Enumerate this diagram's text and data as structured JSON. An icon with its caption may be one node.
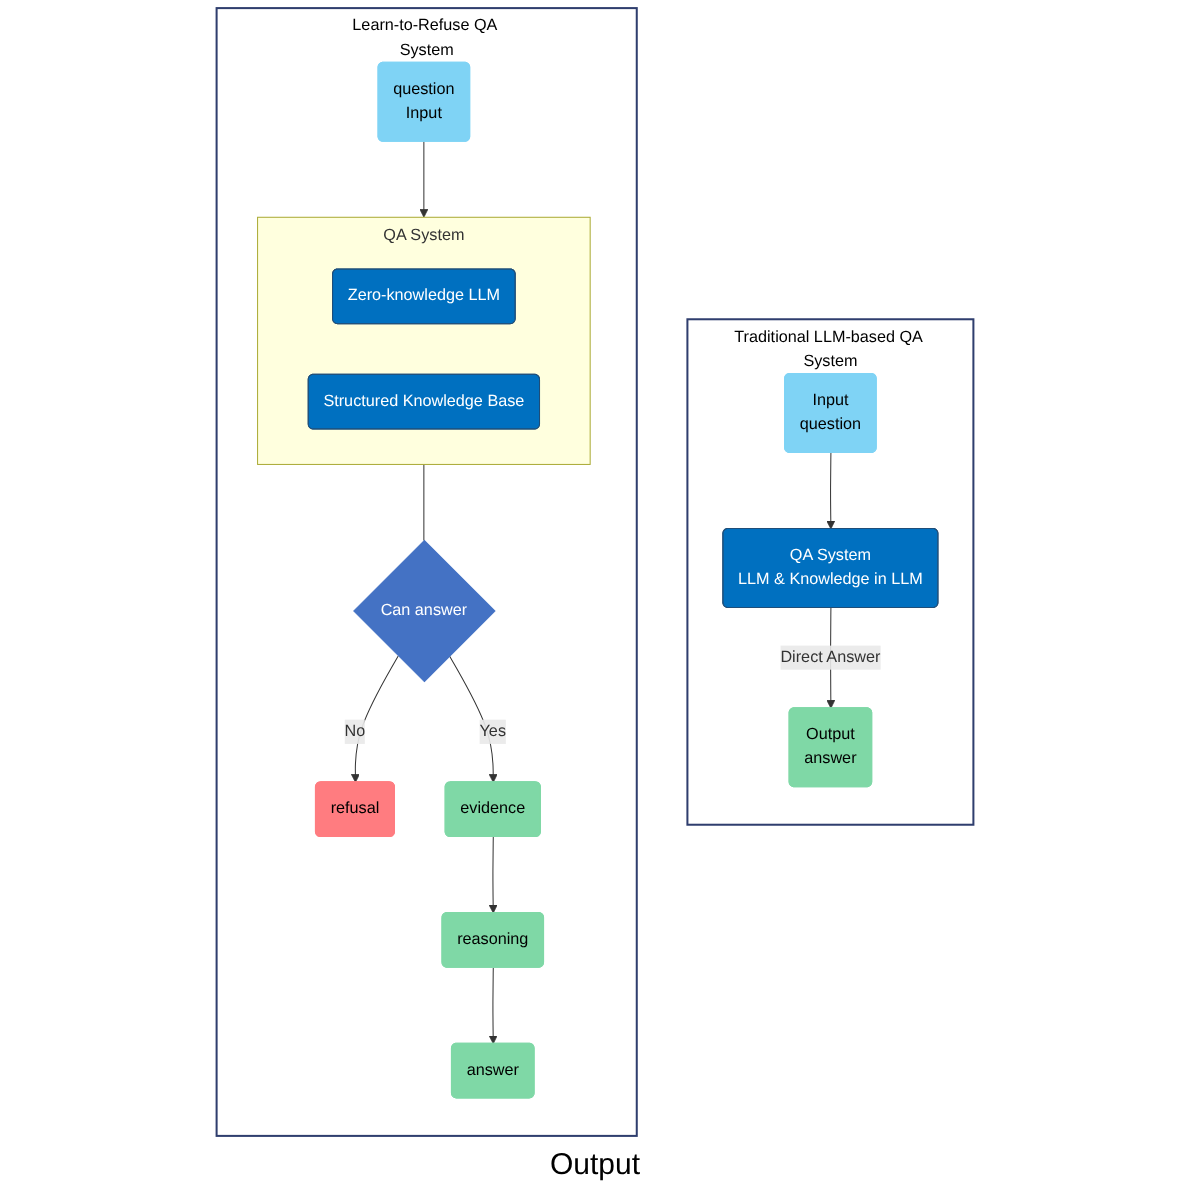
{
  "diagram": {
    "nodes": [
      {
        "text": [
          "Traditional LLM-based QA System"
        ]
      },
      {
        "text": [
          "Input",
          "question"
        ],
        "in": 0
      },
      {
        "text": [
          "QA System",
          "LLM & Knowledge in LLM"
        ],
        "in": 0
      },
      {
        "text": [
          "Output",
          "answer"
        ],
        "in": 0
      },
      {
        "text": [
          "Learn-to-Refuse QA System"
        ]
      },
      {
        "text": [
          "question",
          "Input"
        ],
        "in": 4
      },
      {
        "text": [
          "QA System"
        ],
        "in": 4
      },
      {
        "text": [
          "Zero-knowledge LLM"
        ],
        "in": 6
      },
      {
        "text": [
          "Structured Knowledge Base"
        ],
        "in": 6
      },
      {
        "text": [
          "Can answer"
        ],
        "in": 4
      },
      {
        "text": [
          "refusal"
        ],
        "in": 4
      },
      {
        "text": [
          "evidence"
        ],
        "in": 4
      },
      {
        "text": [
          "reasoning"
        ],
        "in": 4
      },
      {
        "text": [
          "answer"
        ],
        "in": 4
      }
    ],
    "edges": [
      {
        "from": 1,
        "to": 2,
        "arrow": "to"
      },
      {
        "from": 2,
        "to": 3,
        "arrow": "to",
        "label": "Direct Answer"
      },
      {
        "from": 5,
        "to": 6,
        "arrow": "to"
      },
      {
        "from": 6,
        "to": 9,
        "arrow": "none"
      },
      {
        "from": 9,
        "to": 10,
        "arrow": "to",
        "label": "No"
      },
      {
        "from": 9,
        "to": 11,
        "arrow": "to",
        "label": "Yes"
      },
      {
        "from": 11,
        "to": 12,
        "arrow": "to"
      },
      {
        "from": 12,
        "to": 13,
        "arrow": "to"
      }
    ],
    "labels": [
      "Output"
    ]
  }
}
